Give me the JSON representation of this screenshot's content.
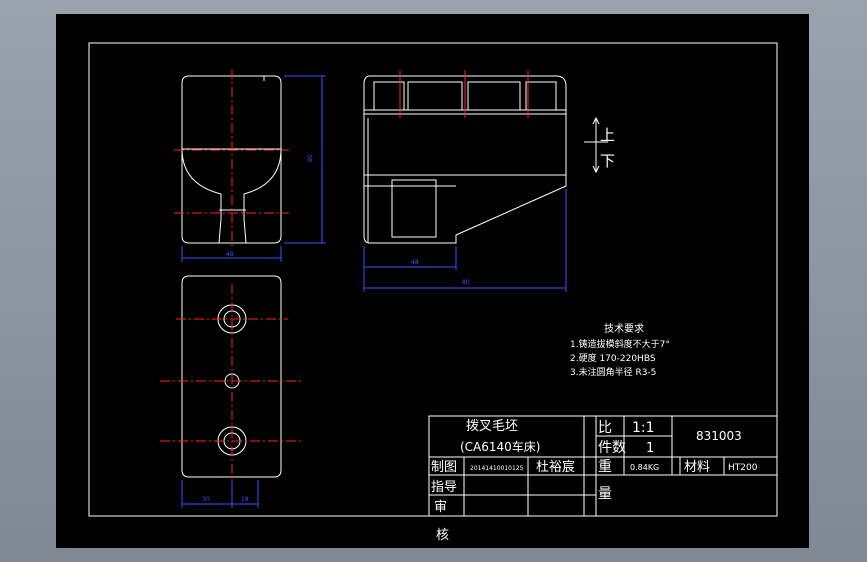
{
  "title_block": {
    "part_name": "拨叉毛坯",
    "machine": "(CA6140车床)",
    "ratio_label": "比",
    "ratio_value": "1:1",
    "qty_label": "件数",
    "qty_value": "1",
    "drawing_no": "831003",
    "drawn_label": "制图",
    "drawn_id": "20141410010125",
    "drawn_name": "杜裕宸",
    "weight_label": "重",
    "weight_value": "0.84KG",
    "material_label": "材料",
    "material_value": "HT200",
    "guide_label": "指导",
    "review_label": "审",
    "weight_label_2": "量",
    "check_label": "核"
  },
  "tech_req": {
    "heading": "技术要求",
    "items": [
      "1.铸造拔模斜度不大于7°",
      "2.硬度 170-220HBS",
      "3.未注圆角半径 R3-5"
    ]
  },
  "direction": {
    "up": "上",
    "down": "下"
  },
  "dimensions": {
    "front_height": "80",
    "front_width": "48",
    "side_inner": "48",
    "side_total": "80",
    "top_left": "30",
    "top_right": "18"
  },
  "colors": {
    "background": "#000000",
    "lines": "#ffffff",
    "centerlines": "#ff2020",
    "dims": "#3a52ff"
  }
}
